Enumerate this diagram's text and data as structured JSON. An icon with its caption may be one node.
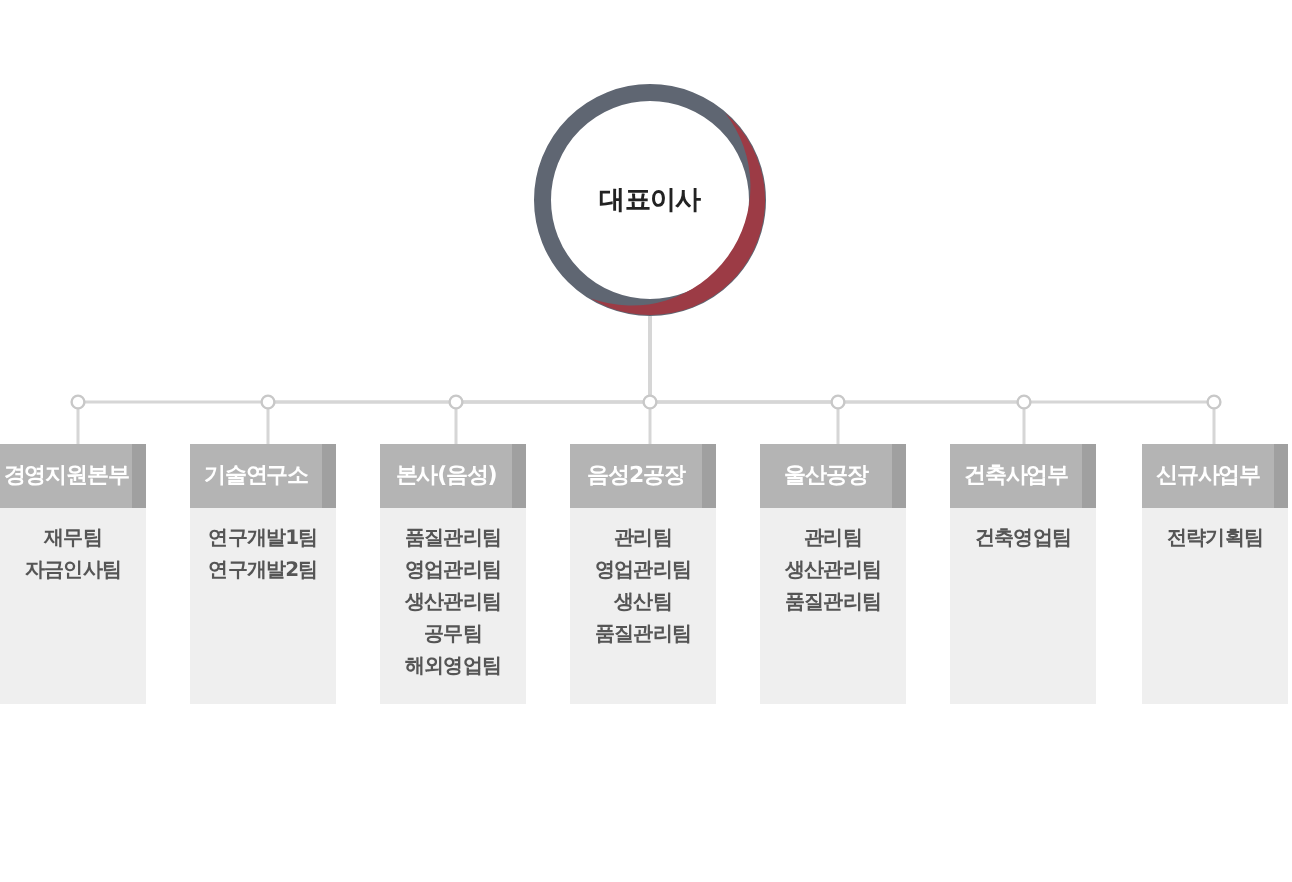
{
  "diagram": {
    "nodes": [
      {
        "text": [
          "대표이사"
        ]
      },
      {
        "text": [
          "경영지원본부",
          "재무팀",
          "자금인사팀"
        ]
      },
      {
        "text": [
          "기술연구소",
          "연구개발1팀",
          "연구개발2팀"
        ]
      },
      {
        "text": [
          "본사(음성)",
          "품질관리팀",
          "영업관리팀",
          "생산관리팀",
          "공무팀",
          "해외영업팀"
        ]
      },
      {
        "text": [
          "음성2공장",
          "관리팀",
          "영업관리팀",
          "생산팀",
          "품질관리팀"
        ]
      },
      {
        "text": [
          "울산공장",
          "관리팀",
          "생산관리팀",
          "품질관리팀"
        ]
      },
      {
        "text": [
          "건축사업부",
          "건축영업팀"
        ]
      },
      {
        "text": [
          "신규사업부",
          "전략기획팀"
        ]
      }
    ],
    "edges": [
      {
        "from": 0,
        "to": 1,
        "arrow": "none"
      },
      {
        "from": 0,
        "to": 2,
        "arrow": "none"
      },
      {
        "from": 0,
        "to": 3,
        "arrow": "none"
      },
      {
        "from": 0,
        "to": 4,
        "arrow": "none"
      },
      {
        "from": 0,
        "to": 5,
        "arrow": "none"
      },
      {
        "from": 0,
        "to": 6,
        "arrow": "none"
      },
      {
        "from": 0,
        "to": 7,
        "arrow": "none"
      }
    ]
  }
}
